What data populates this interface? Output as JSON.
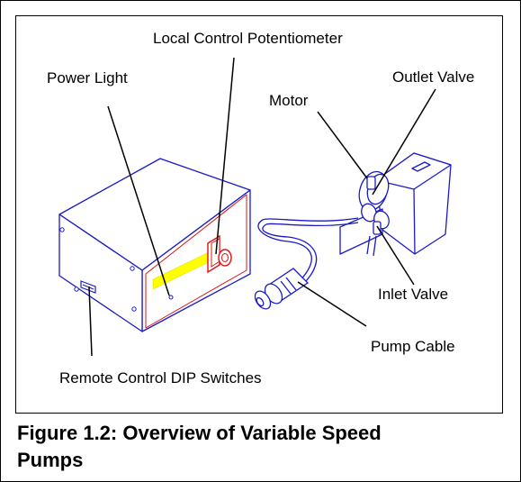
{
  "diagram": {
    "labels": {
      "local_control_potentiometer": "Local Control Potentiometer",
      "power_light": "Power Light",
      "outlet_valve": "Outlet Valve",
      "motor": "Motor",
      "inlet_valve": "Inlet Valve",
      "pump_cable": "Pump Cable",
      "remote_control_dip_switches": "Remote Control DIP Switches"
    }
  },
  "caption": {
    "line1": "Figure 1.2:  Overview of Variable Speed",
    "line2": "Pumps"
  },
  "colors": {
    "outline": "#1a1ac8",
    "highlight": "#ffff00",
    "accent": "#e01010",
    "leader": "#000000"
  }
}
